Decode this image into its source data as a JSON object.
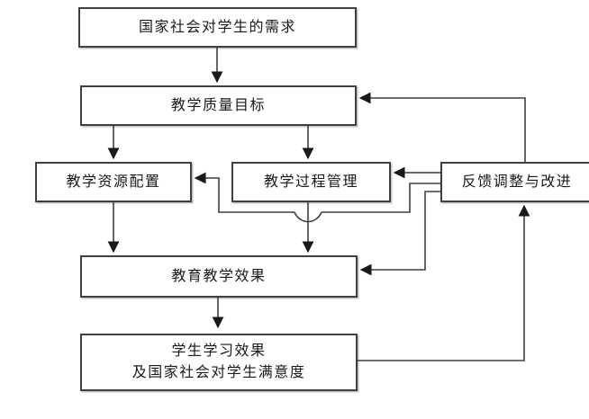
{
  "diagram": {
    "background": "#ffffff",
    "stroke_color": "#3f3f3f",
    "box_fill": "#ffffff",
    "nodes": {
      "demand": {
        "label": "国家社会对学生的需求"
      },
      "quality": {
        "label": "教学质量目标"
      },
      "resource": {
        "label": "教学资源配置"
      },
      "process": {
        "label": "教学过程管理"
      },
      "feedback": {
        "label": "反馈调整与改进"
      },
      "effect": {
        "label": "教育教学效果"
      },
      "student": {
        "line1": "学生学习效果",
        "line2": "及国家社会对学生满意度"
      }
    },
    "edges": [
      {
        "from": "国家社会对学生的需求",
        "to": "教学质量目标"
      },
      {
        "from": "教学质量目标",
        "to": "教学资源配置"
      },
      {
        "from": "教学质量目标",
        "to": "教学过程管理"
      },
      {
        "from": "教学资源配置",
        "to": "教育教学效果"
      },
      {
        "from": "教学过程管理",
        "to": "教育教学效果"
      },
      {
        "from": "教育教学效果",
        "to": "学生学习效果及国家社会对学生满意度"
      },
      {
        "from": "学生学习效果及国家社会对学生满意度",
        "to": "反馈调整与改进"
      },
      {
        "from": "反馈调整与改进",
        "to": "教学质量目标"
      },
      {
        "from": "反馈调整与改进",
        "to": "教学过程管理"
      },
      {
        "from": "反馈调整与改进",
        "to": "教学资源配置"
      },
      {
        "from": "反馈调整与改进",
        "to": "教育教学效果"
      }
    ]
  }
}
